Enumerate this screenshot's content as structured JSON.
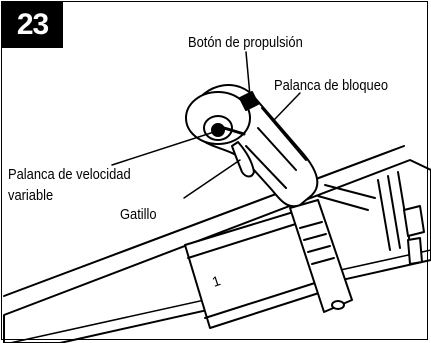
{
  "step_number": "23",
  "callouts": {
    "boost_button": "Botón de propulsión",
    "lock_lever": "Palanca de bloqueo",
    "speed_lever_line1": "Palanca de velocidad",
    "speed_lever_line2": "variable",
    "trigger": "Gatillo"
  },
  "tube_marking": "1"
}
